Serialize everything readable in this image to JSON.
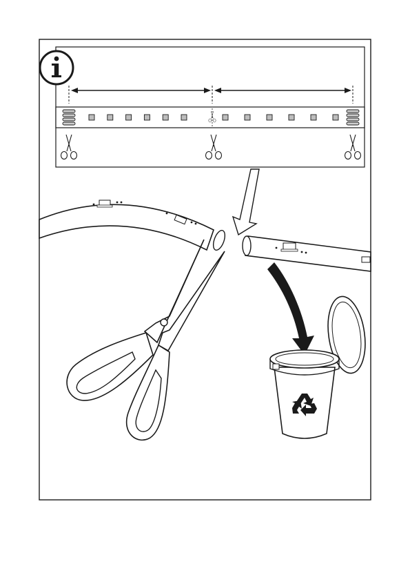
{
  "page": {
    "info_icon": "info-icon",
    "stroke_color": "#1a1a1a",
    "fill_color": "#ffffff",
    "led_fill": "#bdbdbd"
  },
  "top_panel": {
    "dimension_arrows": 2,
    "led_strip_segments": 2,
    "leds_per_segment": 6,
    "cut_points": 3,
    "cut_icon": "scissors-icon"
  },
  "scene": {
    "cut_strip": "led-strip-being-cut",
    "tool_icon": "scissors-icon",
    "disposal_icon": "recycle-bin-icon",
    "recycle_symbol": "recycle-icon"
  }
}
